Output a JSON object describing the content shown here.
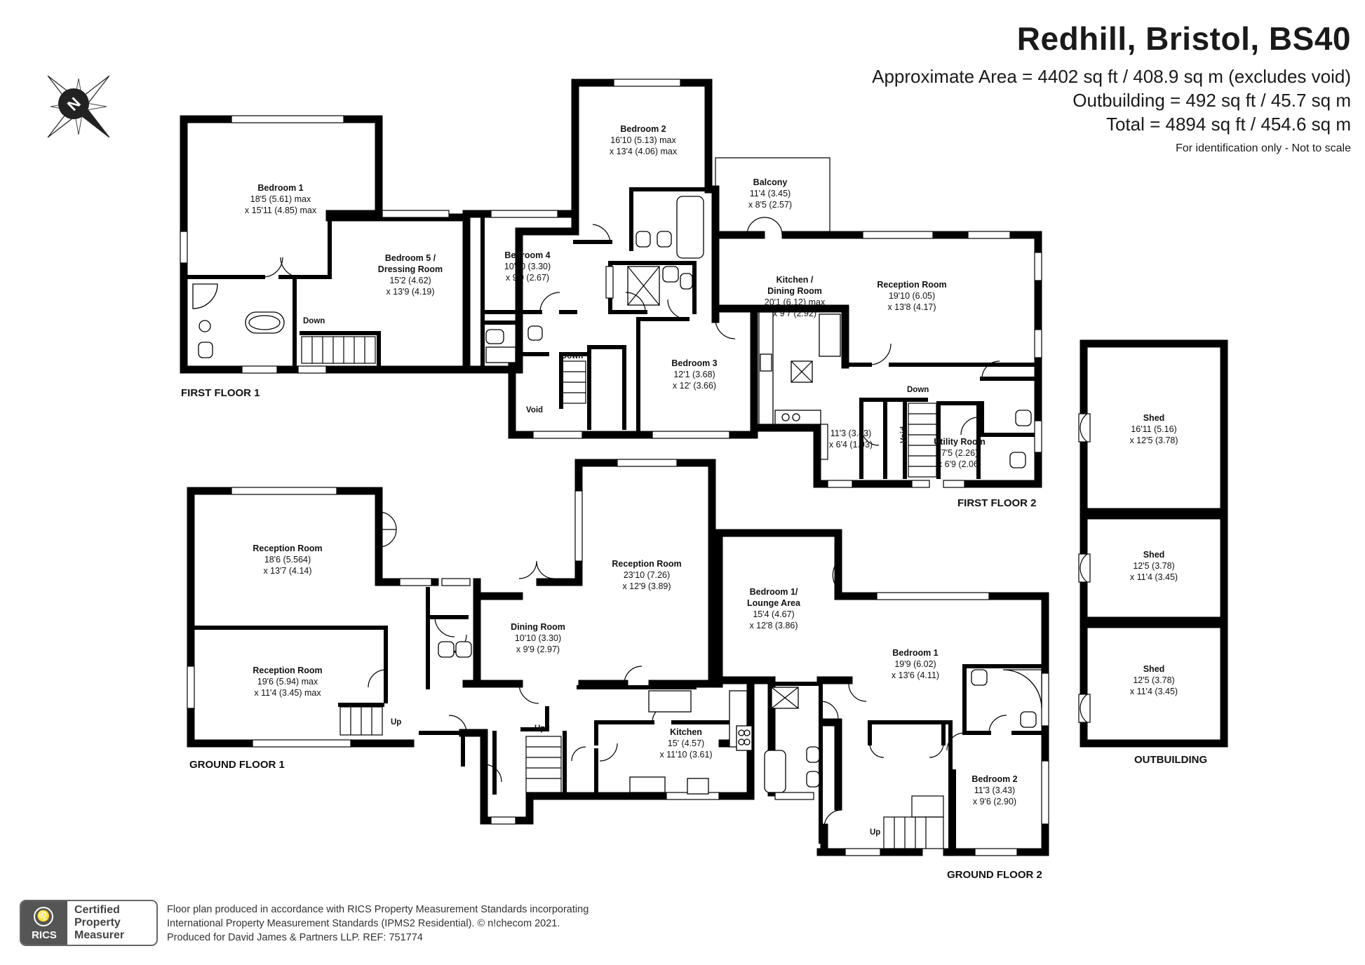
{
  "header": {
    "title": "Redhill, Bristol, BS40",
    "area_lines": [
      "Approximate Area = 4402 sq ft / 408.9 sq m (excludes void)",
      "Outbuilding = 492 sq ft / 45.7 sq m",
      "Total = 4894 sq ft / 454.6 sq m"
    ],
    "note": "For identification only - Not to scale"
  },
  "compass": {
    "letter": "N"
  },
  "floors": {
    "first_floor_1": "FIRST FLOOR 1",
    "first_floor_2": "FIRST FLOOR 2",
    "ground_floor_1": "GROUND FLOOR 1",
    "ground_floor_2": "GROUND FLOOR 2",
    "outbuilding": "OUTBUILDING"
  },
  "rooms": {
    "ff1_bedroom1": {
      "name": "Bedroom 1",
      "dims": [
        "18'5 (5.61) max",
        "x 15'11 (4.85) max"
      ]
    },
    "ff1_bedroom5": {
      "name": [
        "Bedroom 5 /",
        "Dressing Room"
      ],
      "dims": [
        "15'2 (4.62)",
        "x 13'9 (4.19)"
      ]
    },
    "ff1_bedroom4": {
      "name": "Bedroom 4",
      "dims": [
        "10'10 (3.30)",
        "x 9'9 (2.67)"
      ]
    },
    "ff1_bedroom2": {
      "name": "Bedroom 2",
      "dims": [
        "16'10 (5.13) max",
        "x 13'4 (4.06) max"
      ]
    },
    "ff1_bedroom3": {
      "name": "Bedroom 3",
      "dims": [
        "12'1 (3.68)",
        "x 12' (3.66)"
      ]
    },
    "ff2_balcony": {
      "name": "Balcony",
      "dims": [
        "11'4 (3.45)",
        "x 8'5 (2.57)"
      ]
    },
    "ff2_kitchen": {
      "name": [
        "Kitchen /",
        "Dining Room"
      ],
      "dims": [
        "20'1 (6.12) max",
        "x 9'7 (2.92)"
      ]
    },
    "ff2_reception": {
      "name": "Reception Room",
      "dims": [
        "19'10 (6.05)",
        "x 13'8 (4.17)"
      ]
    },
    "ff2_small": {
      "dims": [
        "11'3 (3.43)",
        "x 6'4 (1.93)"
      ]
    },
    "ff2_utility": {
      "name": "Utility Room",
      "dims": [
        "7'5 (2.26)",
        "x 6'9 (2.06)"
      ]
    },
    "gf1_reception1": {
      "name": "Reception Room",
      "dims": [
        "18'6 (5.564)",
        "x 13'7 (4.14)"
      ]
    },
    "gf1_reception2": {
      "name": "Reception Room",
      "dims": [
        "19'6 (5.94) max",
        "x 11'4 (3.45) max"
      ]
    },
    "gf1_reception3": {
      "name": "Reception Room",
      "dims": [
        "23'10 (7.26)",
        "x 12'9 (3.89)"
      ]
    },
    "gf1_dining": {
      "name": "Dining Room",
      "dims": [
        "10'10 (3.30)",
        "x 9'9 (2.97)"
      ]
    },
    "gf1_kitchen": {
      "name": "Kitchen",
      "dims": [
        "15' (4.57)",
        "x 11'10 (3.61)"
      ]
    },
    "gf2_bedroom1_lounge": {
      "name": [
        "Bedroom 1/",
        "Lounge Area"
      ],
      "dims": [
        "15'4 (4.67)",
        "x 12'8 (3.86)"
      ]
    },
    "gf2_bedroom1": {
      "name": "Bedroom 1",
      "dims": [
        "19'9 (6.02)",
        "x 13'6 (4.11)"
      ]
    },
    "gf2_bedroom2": {
      "name": "Bedroom 2",
      "dims": [
        "11'3 (3.43)",
        "x 9'6 (2.90)"
      ]
    },
    "shed1": {
      "name": "Shed",
      "dims": [
        "16'11 (5.16)",
        "x 12'5 (3.78)"
      ]
    },
    "shed2": {
      "name": "Shed",
      "dims": [
        "12'5 (3.78)",
        "x 11'4 (3.45)"
      ]
    },
    "shed3": {
      "name": "Shed",
      "dims": [
        "12'5 (3.78)",
        "x 11'4 (3.45)"
      ]
    }
  },
  "small_labels": {
    "down": "Down",
    "up": "Up",
    "void": "Void"
  },
  "footer": {
    "logo_rics": "RICS",
    "logo_cert": [
      "Certified",
      "Property",
      "Measurer"
    ],
    "disclaimer": [
      "Floor plan produced in accordance with RICS Property Measurement Standards incorporating",
      "International Property Measurement Standards (IPMS2 Residential).   © n!checom 2021.",
      "Produced for David James & Partners LLP.   REF:  751774"
    ]
  }
}
